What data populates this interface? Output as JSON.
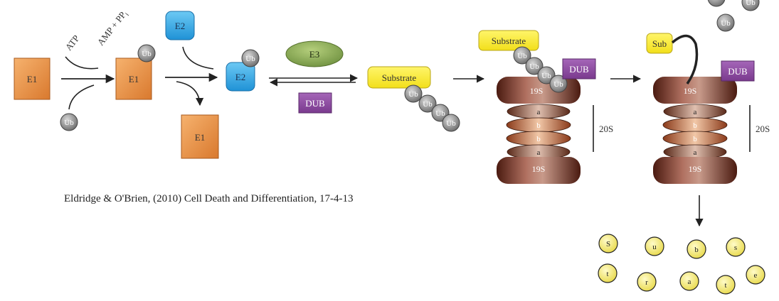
{
  "colors": {
    "e1_box": "#e8954a",
    "e2_box": "#3aaee8",
    "e3_oval": "#8aaa52",
    "dub_box": "#8e4aa0",
    "substrate_box": "#fbee3a",
    "ub_ball": "#9a9a9a",
    "proteasome": "#7a2e1c",
    "letter_ball": "#f5ec86"
  },
  "labels": {
    "e1": "E1",
    "e2": "E2",
    "e3": "E3",
    "ub": "Ub",
    "dub": "DUB",
    "atp": "ATP",
    "amp_pp": "AMP + PP",
    "amp_sub": "i",
    "substrate": "Substrate",
    "sub": "Sub",
    "cap19s": "19S",
    "core20s": "20S",
    "ring_a": "a",
    "ring_b": "b"
  },
  "citation": "Eldridge & O'Brien, (2010) Cell Death and Differentiation, 17-4-13",
  "fragments": [
    "S",
    "u",
    "b",
    "s",
    "t",
    "r",
    "a",
    "t",
    "e"
  ]
}
